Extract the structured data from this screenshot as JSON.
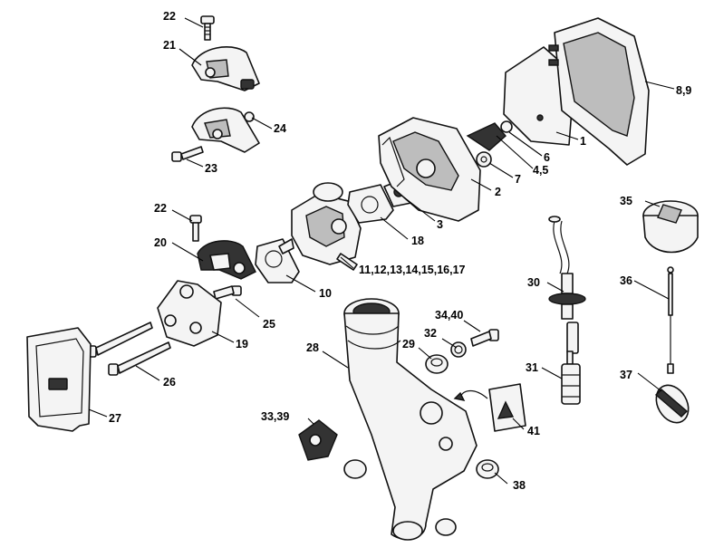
{
  "callouts": {
    "p1": "1",
    "p2": "2",
    "p3": "3",
    "p4_5": "4,5",
    "p6": "6",
    "p7": "7",
    "p8_9": "8,9",
    "p10": "10",
    "p11_17": "11,12,13,14,15,16,17",
    "p18": "18",
    "p19": "19",
    "p20": "20",
    "p21": "21",
    "p22a": "22",
    "p22b": "22",
    "p23": "23",
    "p24": "24",
    "p25": "25",
    "p26": "26",
    "p27": "27",
    "p28": "28",
    "p29": "29",
    "p30": "30",
    "p31": "31",
    "p32": "32",
    "p33_39": "33,39",
    "p34_40": "34,40",
    "p35": "35",
    "p36": "36",
    "p37": "37",
    "p38": "38",
    "p41": "41"
  }
}
